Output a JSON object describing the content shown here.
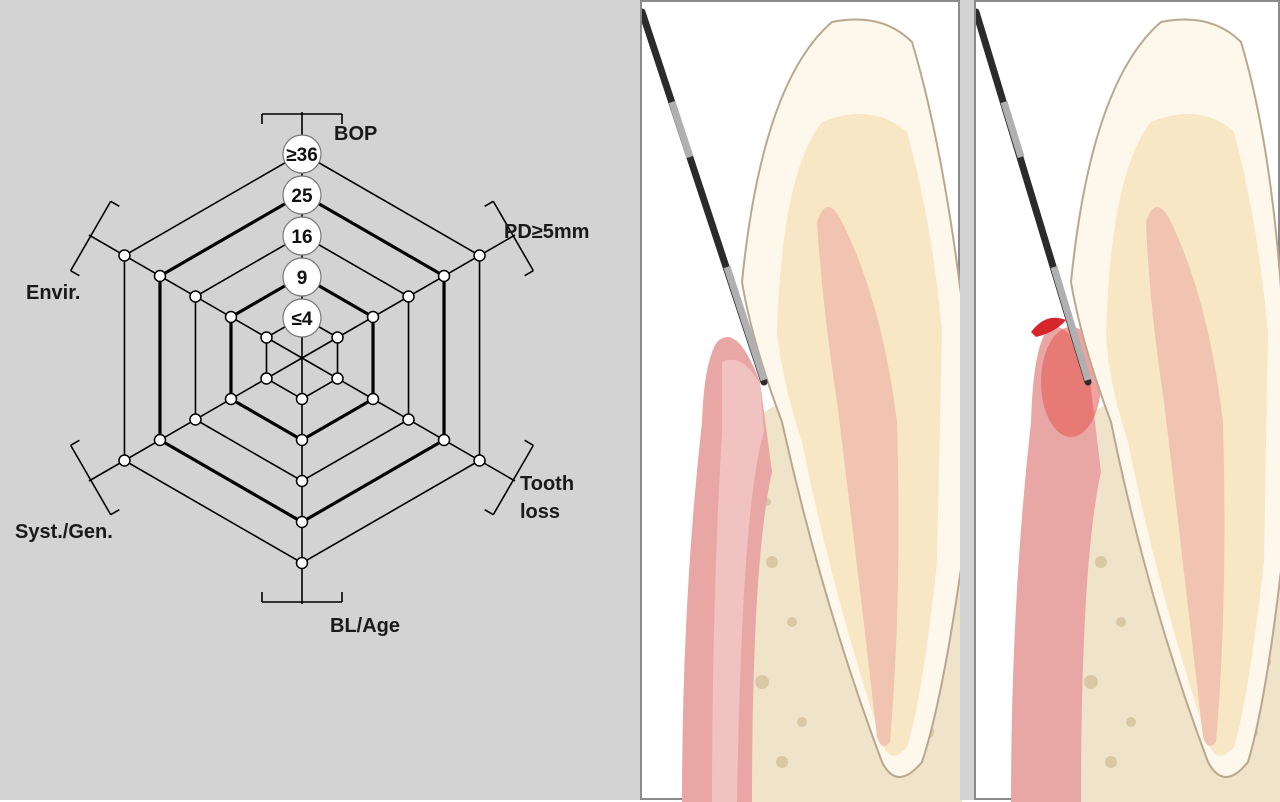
{
  "radar": {
    "axes": [
      {
        "id": "bop",
        "label": "BOP"
      },
      {
        "id": "pd",
        "label": "PD≥5mm"
      },
      {
        "id": "tooth_loss",
        "label_line1": "Tooth",
        "label_line2": "loss"
      },
      {
        "id": "bl_age",
        "label": "BL/Age"
      },
      {
        "id": "syst_gen",
        "label": "Syst./Gen."
      },
      {
        "id": "envir",
        "label": "Envir."
      }
    ],
    "rings": [
      "≤4",
      "9",
      "16",
      "25",
      "≥36"
    ],
    "bold_ring_index": 3
  },
  "illustrations": {
    "left": "healthy-gingiva-probing",
    "right": "bleeding-on-probing"
  },
  "colors": {
    "background": "#d3d3d3",
    "gingiva": "#e8a7a5",
    "bone": "#efe3c9",
    "enamel": "#ffffff",
    "dentin": "#f8e7c4",
    "pulp": "#f0c4b0",
    "blood": "#d6262b"
  }
}
